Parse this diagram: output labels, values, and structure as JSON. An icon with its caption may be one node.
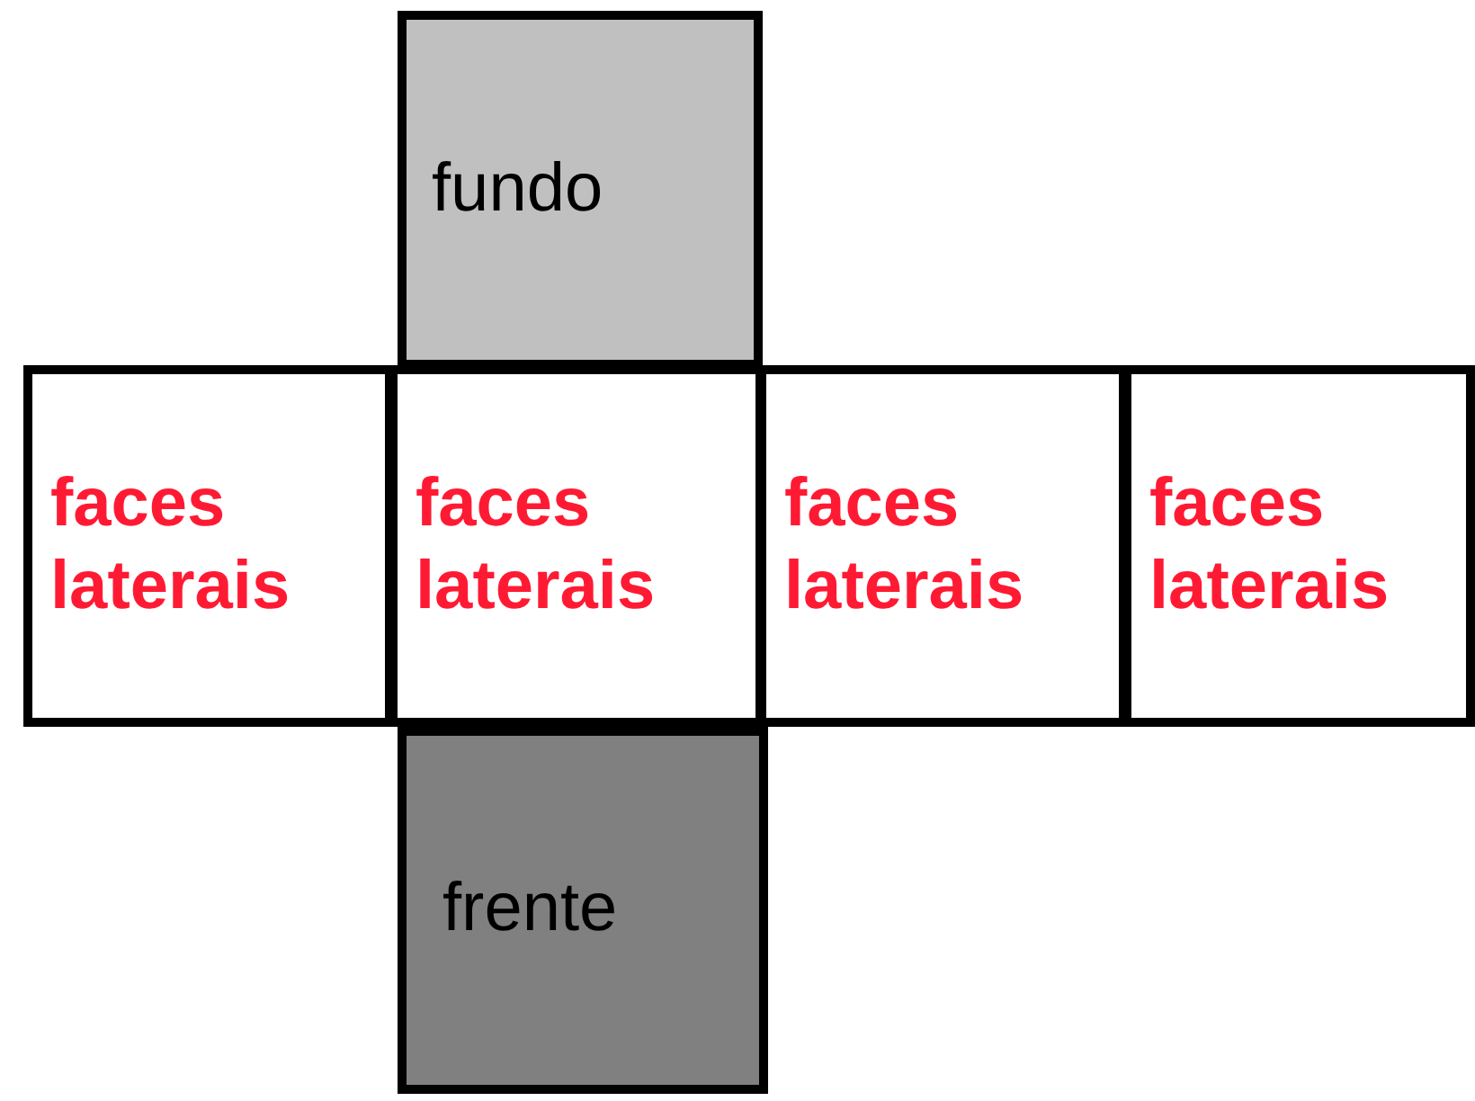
{
  "diagram": {
    "nodes": [
      {
        "text": [
          "fundo"
        ]
      },
      {
        "text": [
          "faces laterais"
        ]
      },
      {
        "text": [
          "faces laterais"
        ]
      },
      {
        "text": [
          "faces laterais"
        ]
      },
      {
        "text": [
          "faces laterais"
        ]
      },
      {
        "text": [
          "frente"
        ]
      }
    ]
  }
}
